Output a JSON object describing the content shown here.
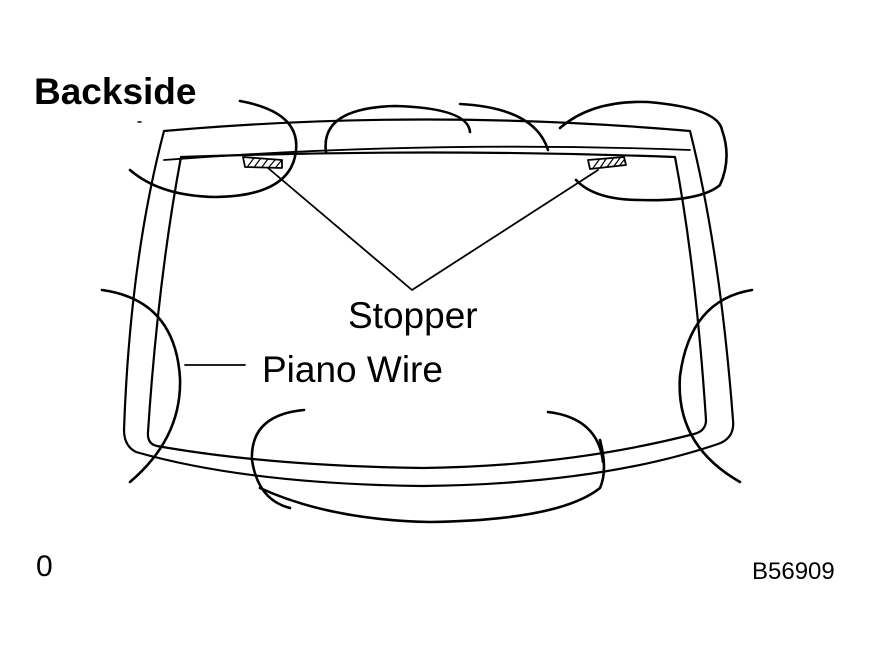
{
  "labels": {
    "backside": "Backside",
    "stopper": "Stopper",
    "piano_wire": "Piano Wire",
    "corner_mark": "0",
    "figure_code": "B56909"
  },
  "colors": {
    "line": "#000000",
    "background": "#ffffff"
  }
}
